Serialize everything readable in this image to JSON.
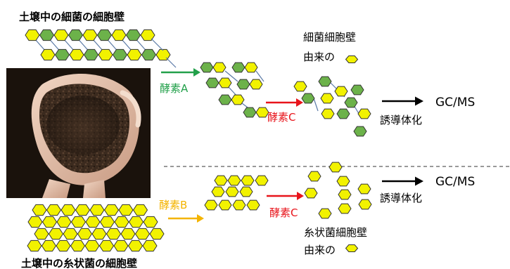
{
  "labels": {
    "soil_bacteria_wall": "土壌中の細菌の細胞壁",
    "soil_fungi_wall": "土壌中の糸状菌の細胞壁",
    "enzyme_a": "酵素A",
    "enzyme_b": "酵素B",
    "enzyme_c_top": "酵素C",
    "enzyme_c_bottom": "酵素C",
    "bacteria_origin_line1": "細菌細胞壁",
    "bacteria_origin_line2": "由来の",
    "fungi_origin_line1": "糸状菌細胞壁",
    "fungi_origin_line2": "由来の",
    "gcms_top": "GC/MS",
    "gcms_bottom": "GC/MS",
    "derivatization_top": "誘導体化",
    "derivatization_bottom": "誘導体化"
  },
  "colors": {
    "hex_yellow": "#f2f200",
    "hex_green": "#6cb24a",
    "hex_stroke": "#333333",
    "link_line": "#5b7aa6",
    "enzyme_a": "#22a04a",
    "enzyme_b": "#f4b400",
    "enzyme_c": "#e8141b",
    "arrow_black": "#000000",
    "divider": "#333333"
  },
  "icons": {
    "soil_photo": "hands-holding-soil-photo"
  }
}
